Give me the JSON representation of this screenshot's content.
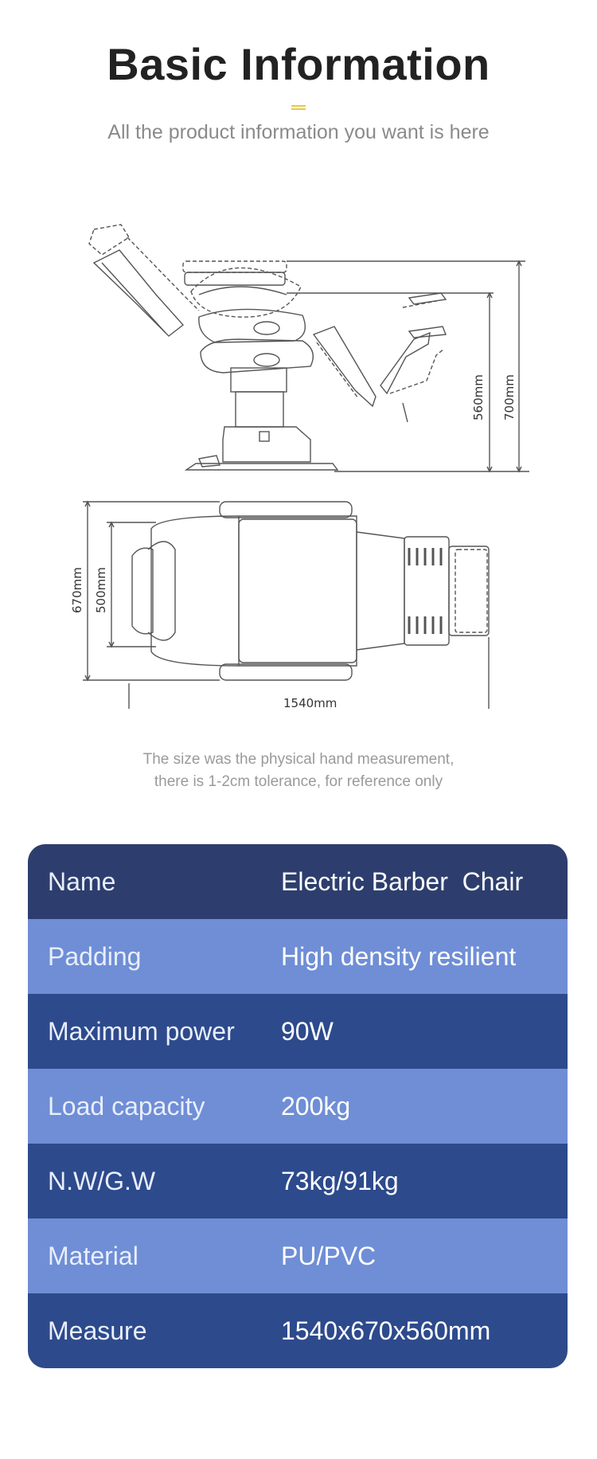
{
  "header": {
    "title": "Basic Information",
    "subtitle": "All the product information you want is here"
  },
  "drawing": {
    "side_dims": [
      "560mm",
      "700mm"
    ],
    "top_dims": [
      "670mm",
      "500mm"
    ],
    "length_dim": "1540mm"
  },
  "note": {
    "line1": "The size was the physical hand measurement,",
    "line2": "there is 1-2cm tolerance, for reference only"
  },
  "specs": [
    {
      "label": "Name",
      "value": "Electric Barber  Chair"
    },
    {
      "label": "Padding",
      "value": "High density resilient"
    },
    {
      "label": "Maximum power",
      "value": "90W"
    },
    {
      "label": "Load capacity",
      "value": "200kg"
    },
    {
      "label": "N.W/G.W",
      "value": "73kg/91kg"
    },
    {
      "label": "Material",
      "value": "PU/PVC"
    },
    {
      "label": "Measure",
      "value": "1540x670x560mm"
    }
  ],
  "colors": {
    "header_row": "#2d3e6e",
    "dark_row": "#2d4a8c",
    "light_row": "#6f8ed6",
    "divider": "#e6c84a"
  }
}
